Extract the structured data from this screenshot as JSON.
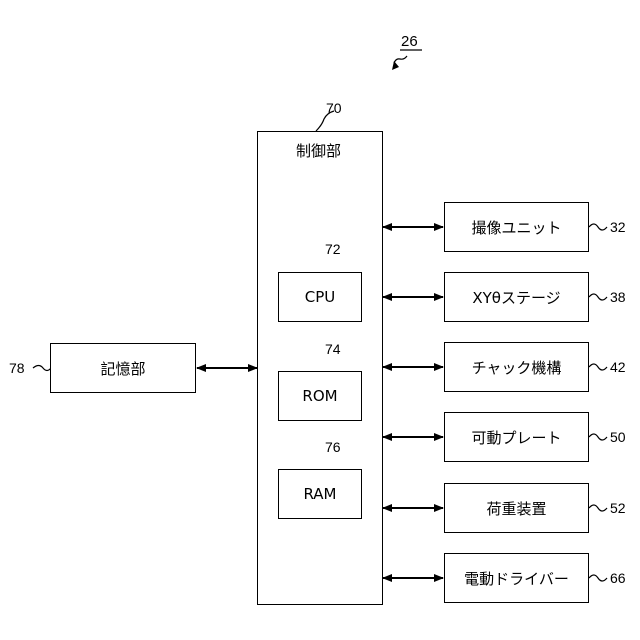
{
  "figure_ref": "26",
  "control": {
    "label": "制御部",
    "ref": "70"
  },
  "cpu": {
    "label": "CPU",
    "ref": "72"
  },
  "rom": {
    "label": "ROM",
    "ref": "74"
  },
  "ram": {
    "label": "RAM",
    "ref": "76"
  },
  "storage": {
    "label": "記憶部",
    "ref": "78"
  },
  "devices": [
    {
      "label": "撮像ユニット",
      "ref": "32"
    },
    {
      "label": "XYθステージ",
      "ref": "38"
    },
    {
      "label": "チャック機構",
      "ref": "42"
    },
    {
      "label": "可動プレート",
      "ref": "50"
    },
    {
      "label": "荷重装置",
      "ref": "52"
    },
    {
      "label": "電動ドライバー",
      "ref": "66"
    }
  ]
}
